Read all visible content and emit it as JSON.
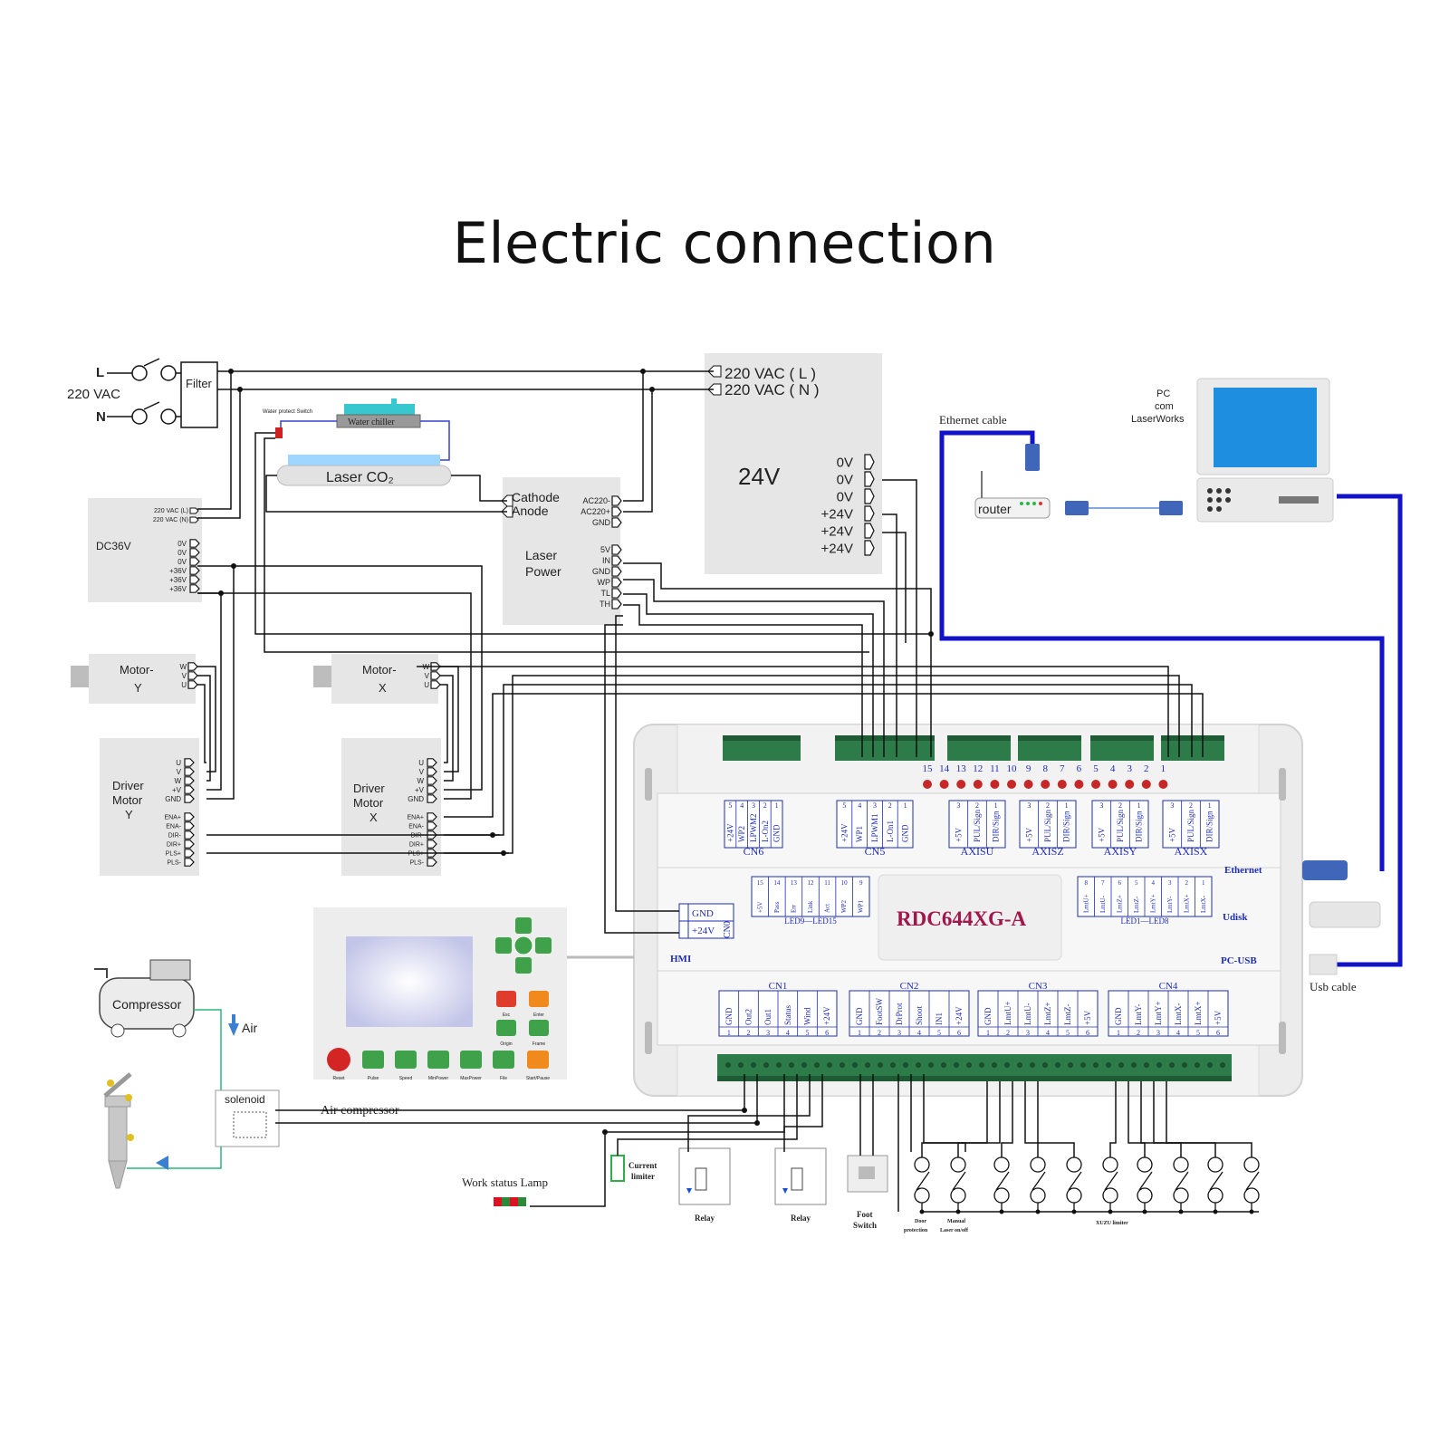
{
  "title": "Electric connection",
  "mains": {
    "L": "L",
    "N": "N",
    "voltage": "220 VAC",
    "filter": "Filter"
  },
  "water": {
    "protect_switch": "Water protect Switch",
    "chiller": "Water chiller",
    "tube": "Laser CO₂"
  },
  "psu24": {
    "in_l": "220 VAC ( L )",
    "in_n": "220 VAC ( N )",
    "label": "24V",
    "pins": [
      "0V",
      "0V",
      "0V",
      "+24V",
      "+24V",
      "+24V"
    ]
  },
  "dc36": {
    "label": "DC36V",
    "in_pins": [
      "220 VAC (L)",
      "220 VAC (N)"
    ],
    "pins": [
      "0V",
      "0V",
      "0V",
      "+36V",
      "+36V",
      "+36V"
    ]
  },
  "laser_power": {
    "line1": "Laser",
    "line2": "Power",
    "cathode": "Cathode",
    "anode": "Anode",
    "ac_pins": [
      "AC220-",
      "AC220+",
      "GND"
    ],
    "sig_pins": [
      "5V",
      "IN",
      "GND",
      "WP",
      "TL",
      "TH"
    ]
  },
  "motor_y": {
    "line1": "Motor-",
    "line2": "Y",
    "pins": [
      "W",
      "V",
      "U"
    ]
  },
  "motor_x": {
    "line1": "Motor-",
    "line2": "X",
    "pins": [
      "W",
      "V",
      "U"
    ]
  },
  "driver_y": {
    "line1": "Driver",
    "line2": "Motor",
    "line3": "Y",
    "pins_top": [
      "U",
      "V",
      "W",
      "+V",
      "GND"
    ],
    "pins_bottom": [
      "ENA+",
      "ENA-",
      "DIR-",
      "DIR+",
      "PLS+",
      "PLS-"
    ]
  },
  "driver_x": {
    "line1": "Driver",
    "line2": "Motor",
    "line3": "X",
    "pins_top": [
      "U",
      "V",
      "W",
      "+V",
      "GND"
    ],
    "pins_bottom": [
      "ENA+",
      "ENA-",
      "DIR-",
      "DIR+",
      "PLS+",
      "PLS-"
    ]
  },
  "network": {
    "ethernet_cable": "Ethernet cable",
    "router": "router",
    "pc1": "PC",
    "pc2": "com",
    "pc3": "LaserWorks",
    "usb_cable": "Usb cable"
  },
  "controller": {
    "model": "RDC644XG-A",
    "led_numbers": [
      "15",
      "14",
      "13",
      "12",
      "11",
      "10",
      "9",
      "8",
      "7",
      "6",
      "5",
      "4",
      "3",
      "2",
      "1"
    ],
    "side_ethernet": "Ethernet",
    "side_udisk": "Udisk",
    "side_pcusb": "PC-USB",
    "hmi": "HMI",
    "hmi_pins": [
      "GND",
      "+24V"
    ],
    "hmi_conn": "CN0",
    "top_blocks": [
      {
        "name": "CN6",
        "pins": [
          "+24V",
          "WP2",
          "LPWM2",
          "L-On2",
          "GND"
        ],
        "nums": [
          "5",
          "4",
          "3",
          "2",
          "1"
        ]
      },
      {
        "name": "CN5",
        "pins": [
          "+24V",
          "WP1",
          "LPWM1",
          "L-On1",
          "GND"
        ],
        "nums": [
          "5",
          "4",
          "3",
          "2",
          "1"
        ]
      },
      {
        "name": "AXISU",
        "pins": [
          "+5V",
          "PUL/Sign",
          "DIR/Sign"
        ],
        "nums": [
          "3",
          "2",
          "1"
        ]
      },
      {
        "name": "AXISZ",
        "pins": [
          "+5V",
          "PUL/Sign",
          "DIR/Sign"
        ],
        "nums": [
          "3",
          "2",
          "1"
        ]
      },
      {
        "name": "AXISY",
        "pins": [
          "+5V",
          "PUL/Sign",
          "DIR/Sign"
        ],
        "nums": [
          "3",
          "2",
          "1"
        ]
      },
      {
        "name": "AXISX",
        "pins": [
          "+5V",
          "PUL/Sign",
          "DIR/Sign"
        ],
        "nums": [
          "3",
          "2",
          "1"
        ]
      }
    ],
    "led_left": {
      "label": "LED9—LED15",
      "pins": [
        "+5V",
        "Pass",
        "Err",
        "Link",
        "Act",
        "WP2",
        "WP1"
      ],
      "nums": [
        "15",
        "14",
        "13",
        "12",
        "11",
        "10",
        "9"
      ]
    },
    "led_right": {
      "label": "LED1—LED8",
      "pins": [
        "LmtU+",
        "LmtU-",
        "LmtZ+",
        "LmtZ-",
        "LmtY+",
        "LmtY-",
        "LmtX+",
        "LmtX-"
      ],
      "nums": [
        "8",
        "7",
        "6",
        "5",
        "4",
        "3",
        "2",
        "1"
      ]
    },
    "bottom_blocks": [
      {
        "name": "CN1",
        "pins": [
          "GND",
          "Out2",
          "Out1",
          "Status",
          "Wind",
          "+24V"
        ],
        "nums": [
          "1",
          "2",
          "3",
          "4",
          "5",
          "6"
        ]
      },
      {
        "name": "CN2",
        "pins": [
          "GND",
          "FootSW",
          "DrProt",
          "Shoot",
          "IN1",
          "+24V"
        ],
        "nums": [
          "1",
          "2",
          "3",
          "4",
          "5",
          "6"
        ]
      },
      {
        "name": "CN3",
        "pins": [
          "GND",
          "LmtU+",
          "LmtU-",
          "LmtZ+",
          "LmtZ-",
          "+5V"
        ],
        "nums": [
          "1",
          "2",
          "3",
          "4",
          "5",
          "6"
        ]
      },
      {
        "name": "CN4",
        "pins": [
          "GND",
          "LmtY-",
          "LmtY+",
          "LmtX-",
          "LmtX+",
          "+5V"
        ],
        "nums": [
          "1",
          "2",
          "3",
          "4",
          "5",
          "6"
        ]
      }
    ]
  },
  "air": {
    "compressor": "Compressor",
    "air": "Air",
    "solenoid": "solenoid",
    "air_compressor": "Air compressor"
  },
  "io": {
    "work_lamp": "Work status Lamp",
    "current_limiter1": "Current",
    "current_limiter2": "limiter",
    "relay": "Relay",
    "foot1": "Foot",
    "foot2": "Switch",
    "door1": "Door",
    "door2": "protection",
    "manual1": "Manual",
    "manual2": "Laser on/off",
    "xyzu": "XUZU limiter"
  },
  "panel": {
    "keys": [
      "Reset",
      "Pulse",
      "Speed",
      "MinPower",
      "MaxPower",
      "File",
      "Start/Pause",
      "Esc",
      "Enter",
      "Origin",
      "Frame"
    ]
  },
  "colors": {
    "wire": "#111111",
    "network": "#1212c8",
    "ctrl_text": "#1e2db5",
    "model": "#a1174b",
    "terminal": "#2e7b4a",
    "led": "#c62828"
  }
}
